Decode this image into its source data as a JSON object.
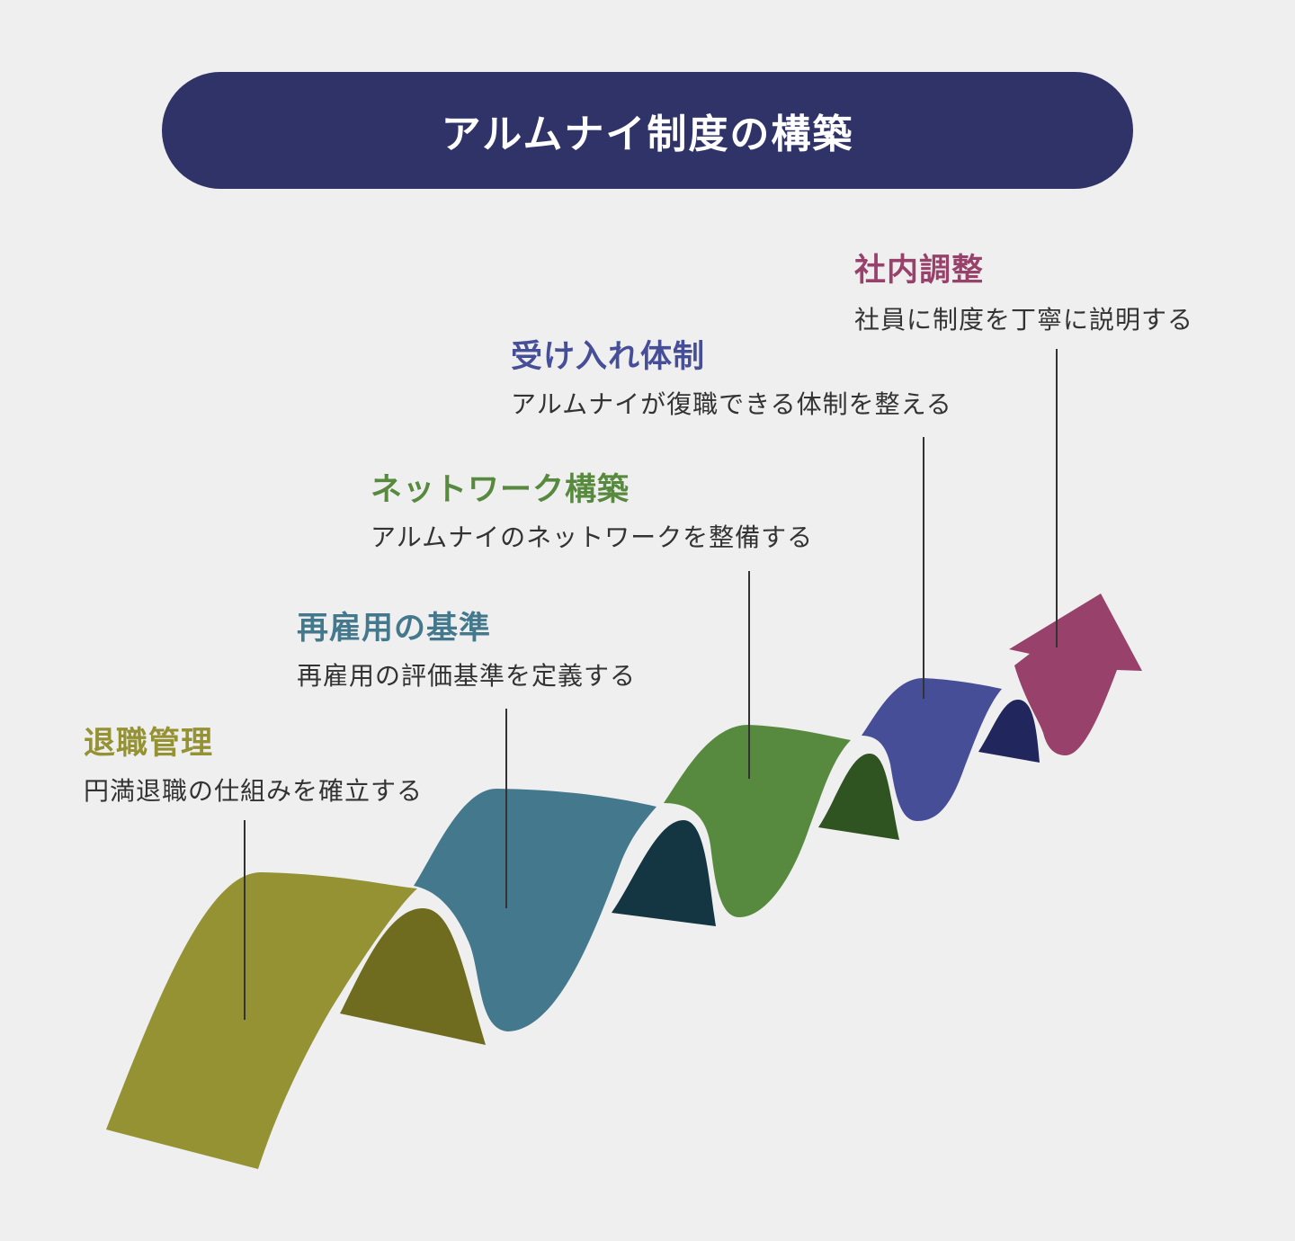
{
  "title": "アルムナイ制度の構築",
  "steps": [
    {
      "title": "退職管理",
      "description": "円満退職の仕組みを確立する",
      "color": "#959234",
      "shadow": "#6f6b1f"
    },
    {
      "title": "再雇用の基準",
      "description": "再雇用の評価基準を定義する",
      "color": "#44788d",
      "shadow": "#143542"
    },
    {
      "title": "ネットワーク構築",
      "description": "アルムナイのネットワークを整備する",
      "color": "#578a3e",
      "shadow": "#2f5321"
    },
    {
      "title": "受け入れ体制",
      "description": "アルムナイが復職できる体制を整える",
      "color": "#474e98",
      "shadow": "#21265c"
    },
    {
      "title": "社内調整",
      "description": "社員に制度を丁寧に説明する",
      "color": "#98416a",
      "shadow": null
    }
  ]
}
